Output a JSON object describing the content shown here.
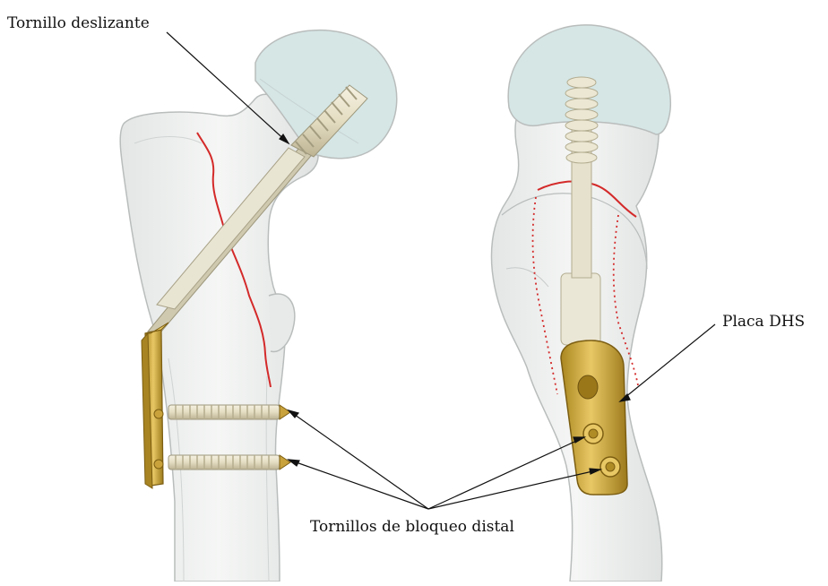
{
  "labels": {
    "sliding_screw": "Tornillo deslizante",
    "dhs_plate": "Placa DHS",
    "distal_locking_screws": "Tornillos de bloqueo distal"
  },
  "colors": {
    "bone_fill": "#eef0ef",
    "bone_stroke": "#b9bdbc",
    "cartilage_fill": "#cfe3e2",
    "implant_light": "#ebe7d6",
    "implant_shadow": "#c9c3a8",
    "plate_gold": "#d8b24a",
    "plate_dark": "#8f6d1a",
    "fracture_line": "#d42a2a",
    "leader_line": "#111111"
  }
}
